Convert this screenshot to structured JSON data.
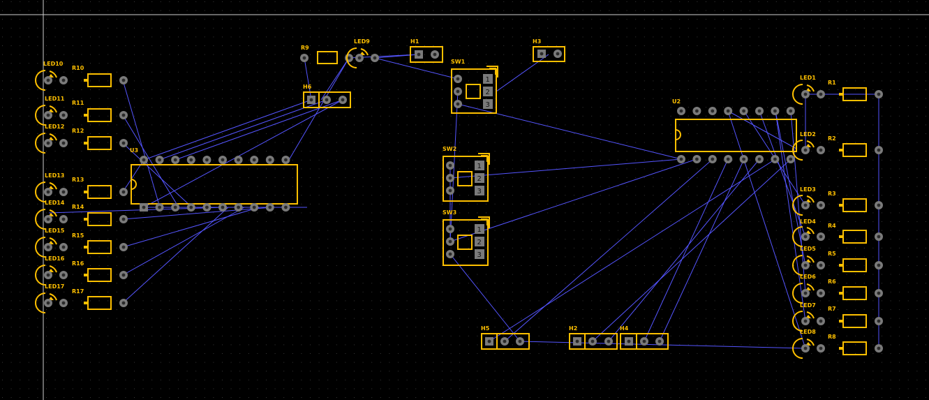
{
  "colors": {
    "background": "#000000",
    "grid_dot": "#3a3a3a",
    "crosshair": "#d0d0d0",
    "silkscreen": "#ffc000",
    "ratsnest": "#5555ff",
    "pad": "#7a7a7a",
    "pad_hole": "#2a2a2a"
  },
  "icons": {
    "pad": "circle-pad",
    "square_pad": "square-pad",
    "led": "led-footprint",
    "resistor": "resistor-footprint"
  },
  "components": {
    "left_leds": [
      "LED10",
      "LED11",
      "LED12",
      "LED13",
      "LED14",
      "LED15",
      "LED16",
      "LED17"
    ],
    "left_resistors": [
      "R10",
      "R11",
      "R12",
      "R13",
      "R14",
      "R15",
      "R16",
      "R17"
    ],
    "right_leds": [
      "LED1",
      "LED2",
      "LED3",
      "LED4",
      "LED5",
      "LED6",
      "LED7",
      "LED8"
    ],
    "right_resistors": [
      "R1",
      "R2",
      "R3",
      "R4",
      "R5",
      "R6",
      "R7",
      "R8"
    ],
    "top": {
      "r9": "R9",
      "led9": "LED9",
      "h1": "H1",
      "h3": "H3",
      "h6": "H6"
    },
    "switches": [
      "SW1",
      "SW2",
      "SW3"
    ],
    "switch_pins": [
      "1",
      "2",
      "3"
    ],
    "ics": {
      "u3": "U3",
      "u2": "U2"
    },
    "headers_bottom": {
      "h5": "H5",
      "h2": "H2",
      "h4": "H4"
    }
  }
}
